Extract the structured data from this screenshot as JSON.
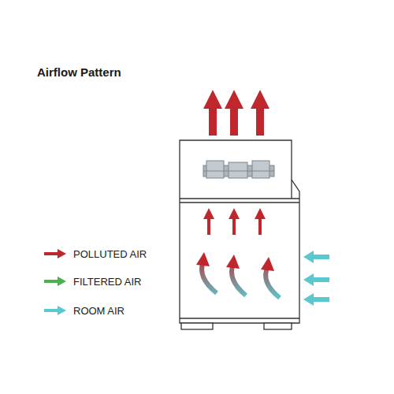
{
  "diagram": {
    "title": "Airflow Pattern",
    "legend": [
      {
        "text": "POLLUTED AIR",
        "color": "#c0272d"
      },
      {
        "text": "FILTERED AIR",
        "color": "#4caf50"
      },
      {
        "text": "ROOM AIR",
        "color": "#5bc8d0"
      }
    ]
  }
}
